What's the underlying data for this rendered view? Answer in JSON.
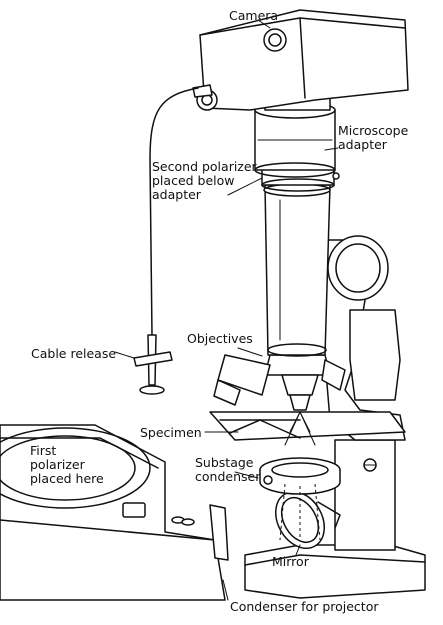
{
  "labels": {
    "camera": "Camera",
    "microscope_adapter": [
      "Microscope",
      "adapter"
    ],
    "second_polarizer": [
      "Second polarizer",
      "placed below",
      "adapter"
    ],
    "objectives": "Objectives",
    "cable_release": "Cable release",
    "specimen": "Specimen",
    "substage_condenser": [
      "Substage",
      "condenser"
    ],
    "first_polarizer": [
      "First",
      "polarizer",
      "placed here"
    ],
    "mirror": "Mirror",
    "condenser_projector": "Condenser for projector"
  },
  "colors": {
    "ink": "#111111",
    "paper": "#ffffff"
  }
}
